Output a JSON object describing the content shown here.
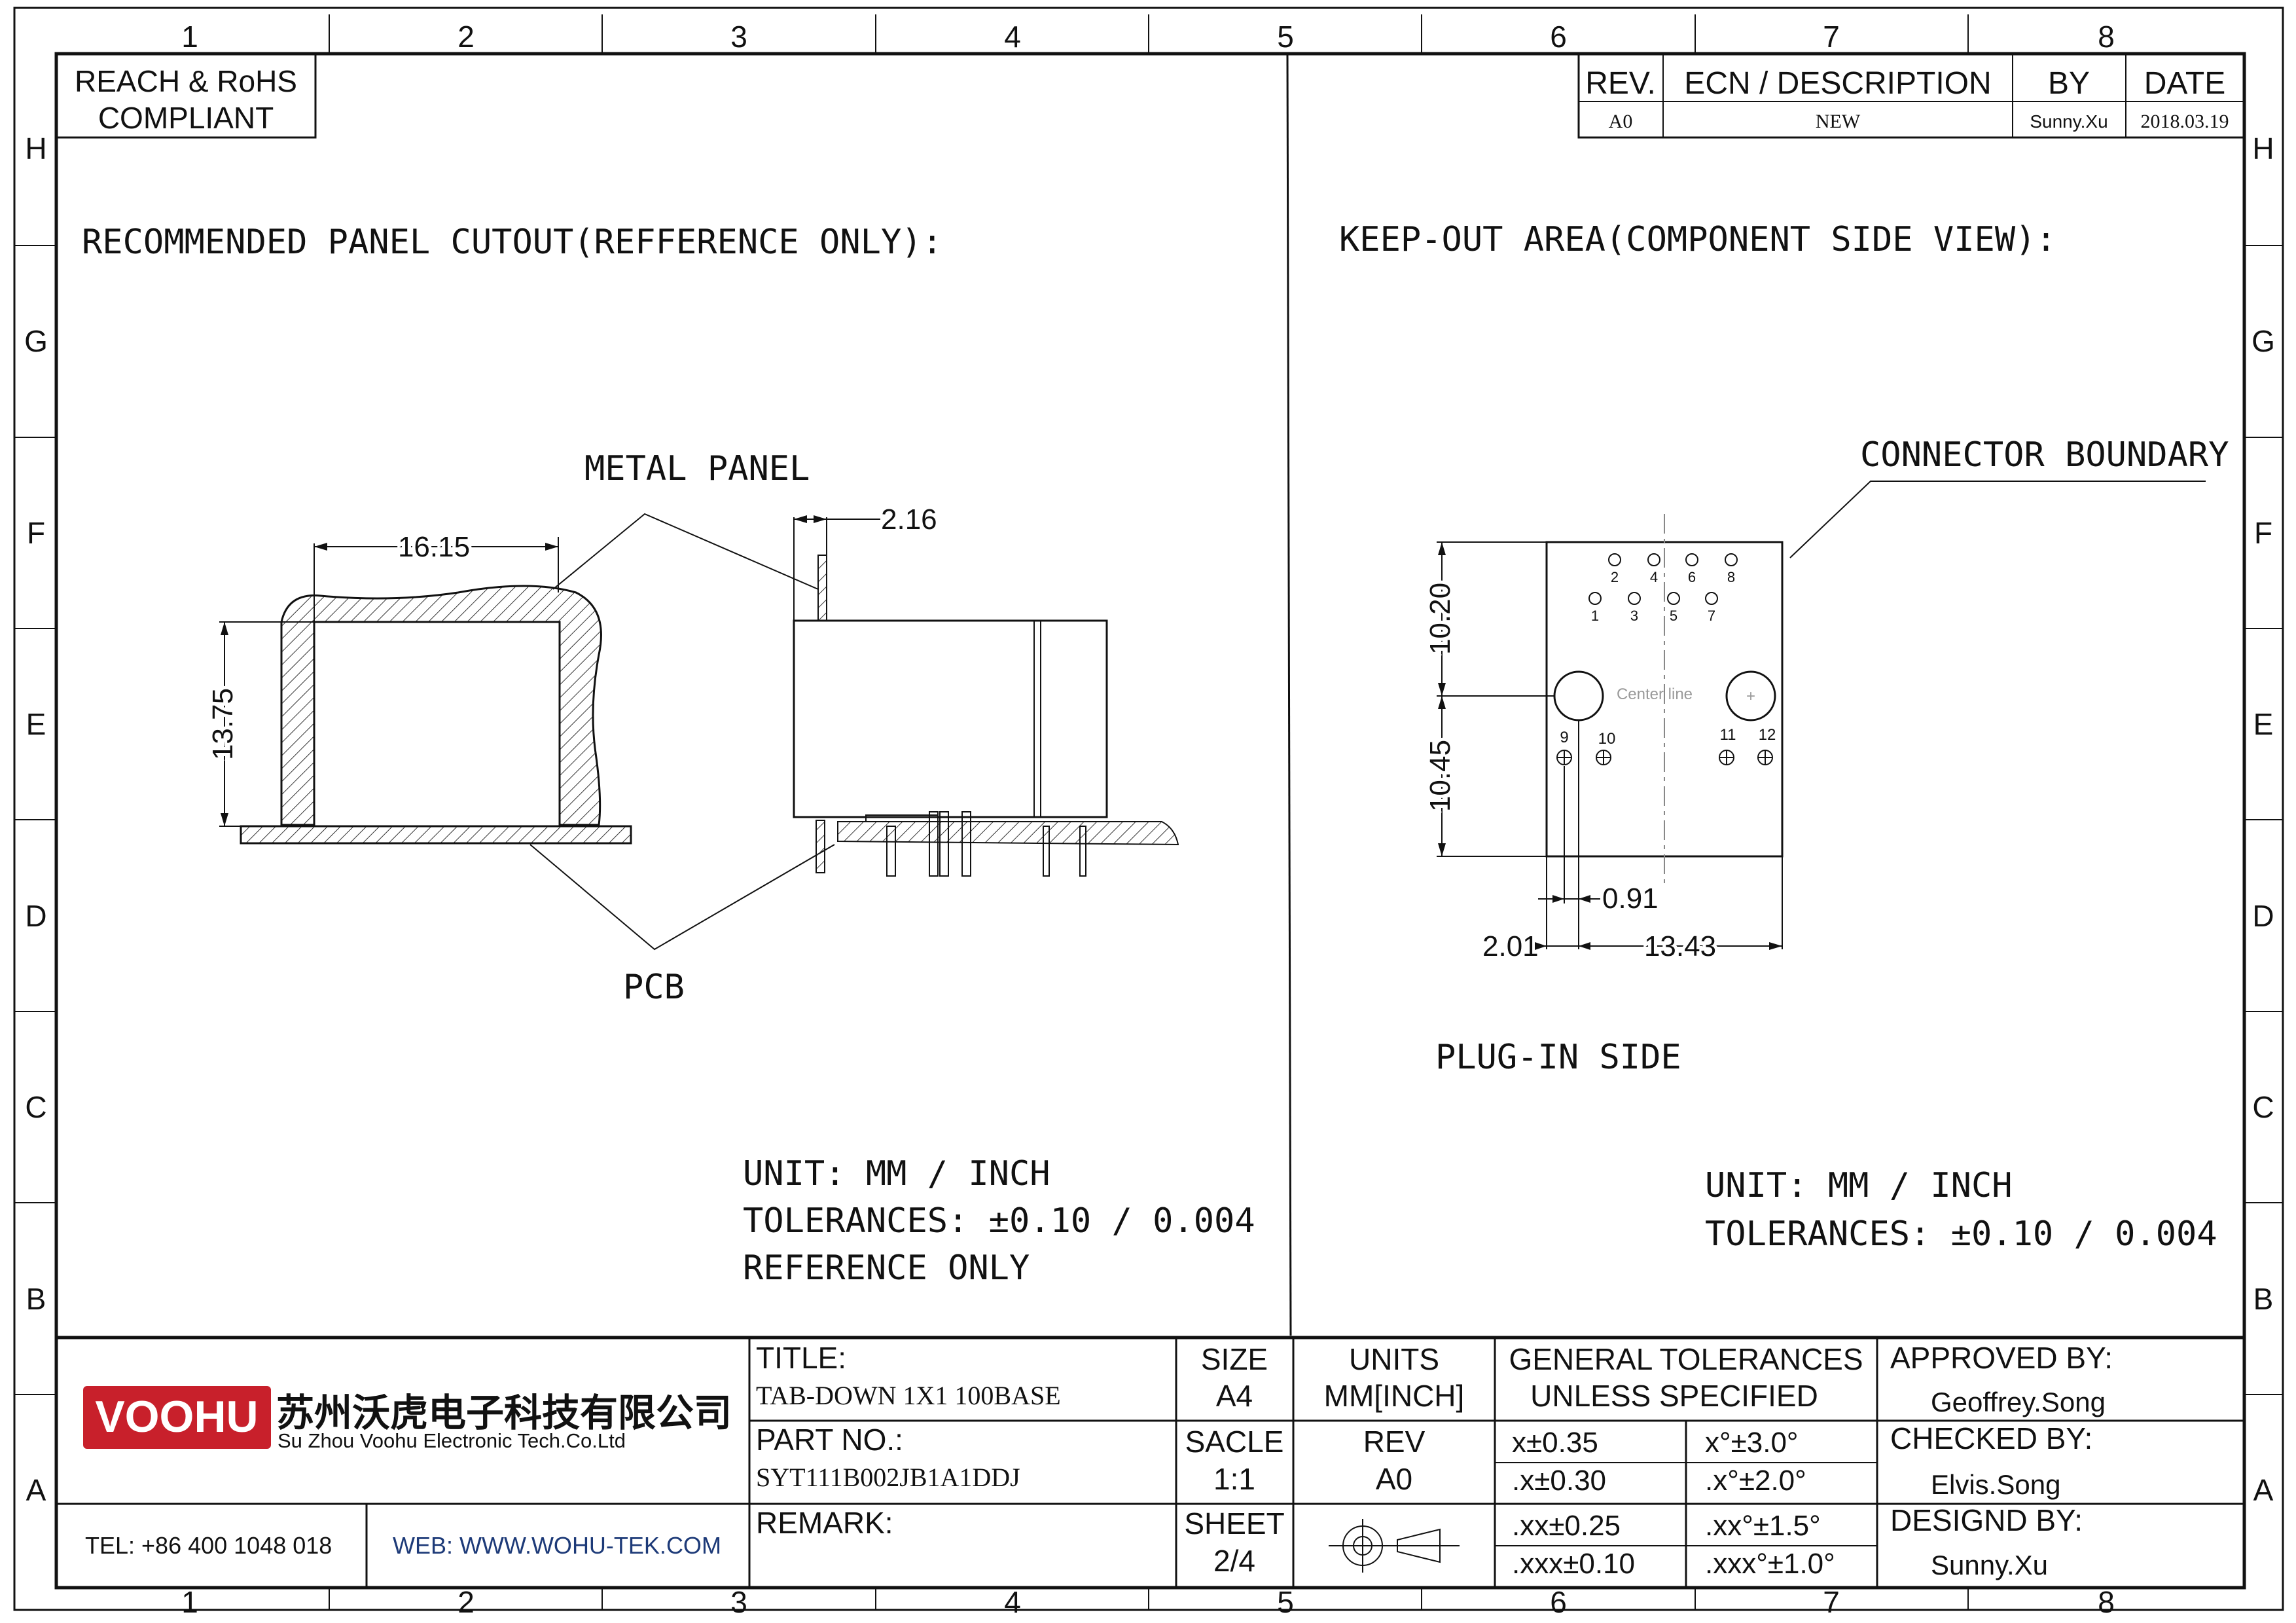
{
  "grid": {
    "cols": [
      "1",
      "2",
      "3",
      "4",
      "5",
      "6",
      "7",
      "8"
    ],
    "rows": [
      "H",
      "G",
      "F",
      "E",
      "D",
      "C",
      "B",
      "A"
    ]
  },
  "compliance": {
    "line1": "REACH & RoHS",
    "line2": "COMPLIANT"
  },
  "revision_table": {
    "headers": [
      "REV.",
      "ECN / DESCRIPTION",
      "BY",
      "DATE"
    ],
    "row": [
      "A0",
      "NEW",
      "Sunny.Xu",
      "2018.03.19"
    ]
  },
  "left_view": {
    "heading": "RECOMMENDED PANEL CUTOUT(REFFERENCE ONLY):",
    "metal_panel_label": "METAL PANEL",
    "pcb_label": "PCB",
    "dim_width": "16.15",
    "dim_height": "13.75",
    "dim_panel_thickness": "2.16",
    "notes": [
      "UNIT: MM / INCH",
      "TOLERANCES: ±0.10 / 0.004",
      "REFERENCE ONLY"
    ]
  },
  "right_view": {
    "heading": "KEEP-OUT AREA(COMPONENT SIDE VIEW):",
    "boundary_label": "CONNECTOR BOUNDARY",
    "plug_in_label": "PLUG-IN SIDE",
    "center_line_label": "Center line",
    "dim_top": "10.20",
    "dim_bottom": "10.45",
    "dim_small": "0.91",
    "dim_left": "2.01",
    "dim_width": "13.43",
    "pins_top_row": [
      "2",
      "4",
      "6",
      "8"
    ],
    "pins_second_row": [
      "1",
      "3",
      "5",
      "7"
    ],
    "pins_led": [
      "9",
      "10",
      "11",
      "12"
    ],
    "notes": [
      "UNIT: MM / INCH",
      "TOLERANCES: ±0.10 / 0.004"
    ]
  },
  "title_block": {
    "company_logo": "VOOHU",
    "company_cn": "苏州沃虎电子科技有限公司",
    "company_en": "Su Zhou Voohu Electronic Tech.Co.Ltd",
    "tel": "TEL: +86 400 1048 018",
    "web": "WEB: WWW.WOHU-TEK.COM",
    "title_label": "TITLE:",
    "title_value": "TAB-DOWN 1X1 100BASE",
    "part_label": "PART NO.:",
    "part_value": "SYT111B002JB1A1DDJ",
    "remark_label": "REMARK:",
    "size_label": "SIZE",
    "size_value": "A4",
    "scale_label": "SACLE",
    "scale_value": "1:1",
    "sheet_label": "SHEET",
    "sheet_value": "2/4",
    "units_label": "UNITS",
    "units_value": "MM[INCH]",
    "rev_label": "REV",
    "rev_value": "A0",
    "tolerance_title_1": "GENERAL TOLERANCES",
    "tolerance_title_2": "UNLESS SPECIFIED",
    "tolerances": [
      [
        "x±0.35",
        "x°±3.0°"
      ],
      [
        ".x±0.30",
        ".x°±2.0°"
      ],
      [
        ".xx±0.25",
        ".xx°±1.5°"
      ],
      [
        ".xxx±0.10",
        ".xxx°±1.0°"
      ]
    ],
    "approved_label": "APPROVED BY:",
    "approved_value": "Geoffrey.Song",
    "checked_label": "CHECKED BY:",
    "checked_value": "Elvis.Song",
    "designed_label": "DESIGND BY:",
    "designed_value": "Sunny.Xu"
  }
}
